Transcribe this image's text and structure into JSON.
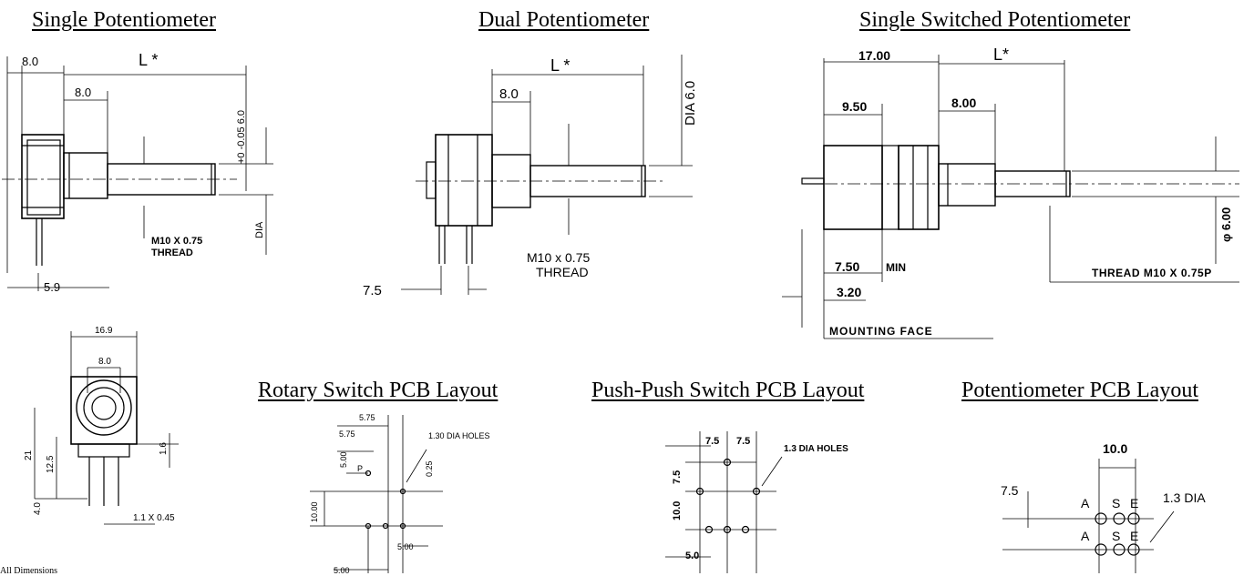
{
  "titles": {
    "single": "Single Potentiometer",
    "dual": "Dual Potentiometer",
    "switched": "Single Switched Potentiometer",
    "rotary": "Rotary Switch PCB Layout",
    "pushpush": "Push-Push Switch PCB Layout",
    "pot_pcb": "Potentiometer PCB Layout"
  },
  "single": {
    "dim_flange": "8.0",
    "dim_length": "L *",
    "dim_bush": "8.0",
    "tolerance": "+0 -0.05 6.0",
    "thread_1": "M10 X 0.75",
    "thread_2": "THREAD",
    "dia": "DIA",
    "pin_offset": "5.9"
  },
  "dual": {
    "dim_length": "L *",
    "dim_bush": "8.0",
    "dia": "DIA 6.0",
    "thread_1": "M10 x 0.75",
    "thread_2": "THREAD",
    "pin_offset": "7.5"
  },
  "switched": {
    "dim_17": "17.00",
    "dim_length": "L*",
    "dim_950": "9.50",
    "dim_800": "8.00",
    "dim_750": "7.50",
    "min": "MIN",
    "dim_320": "3.20",
    "mounting": "MOUNTING FACE",
    "thread": "THREAD M10 X 0.75P",
    "phi": "φ 6.00"
  },
  "front": {
    "width": "16.9",
    "bush": "8.0",
    "height": "21",
    "center": "12.5",
    "pin_len": "4.0",
    "right": "1.6",
    "pins": "1.1 X 0.45"
  },
  "rotary": {
    "d575a": "5.75",
    "d575b": "5.75",
    "holes": "1.30 DIA HOLES",
    "d500": "5.00",
    "p": "P",
    "d025": "0.25",
    "d1000": "10.00",
    "d500b": "5.00",
    "d500c": "5.00"
  },
  "pushpush": {
    "d75a": "7.5",
    "d75b": "7.5",
    "holes": "1.3 DIA HOLES",
    "d75c": "7.5",
    "d100": "10.0",
    "d50": "5.0"
  },
  "pot_pcb": {
    "d100": "10.0",
    "d75": "7.5",
    "dia": "1.3  DIA",
    "a1": "A",
    "s1": "S",
    "e1": "E",
    "a2": "A",
    "s2": "S",
    "e2": "E"
  },
  "footer": "All Dimensions"
}
